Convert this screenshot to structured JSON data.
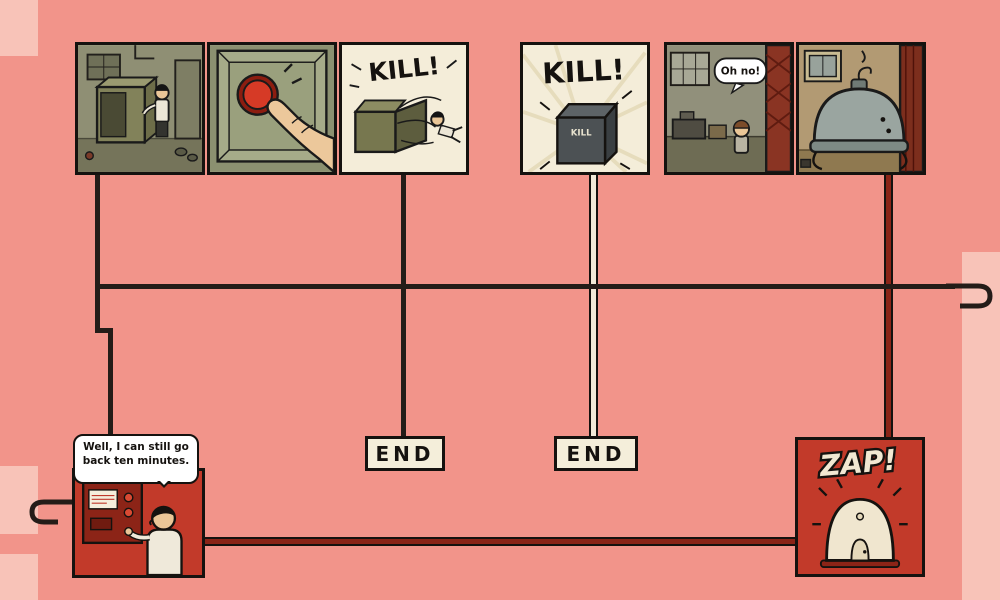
{
  "panels": {
    "p3": {
      "burst": "KILL!"
    },
    "p4": {
      "burst": "KILL!",
      "box_label": "KILL"
    },
    "p5": {
      "speech": "Oh no!"
    },
    "end_left": {
      "label": "END"
    },
    "end_right": {
      "label": "END"
    },
    "zap": {
      "burst": "ZAP!"
    },
    "narration": {
      "speech": "Well, I can still go back ten minutes."
    }
  },
  "colors": {
    "page_background": "#f2948a",
    "page_edge_tab": "#f8c3b8",
    "panel_border": "#15120f",
    "cream_panel": "#f4edd9",
    "comic_red": "#c23a2a",
    "tube_dark": "#241c18",
    "tube_cream_fill": "#f2ead8",
    "tube_red_fill": "#8a2417"
  }
}
